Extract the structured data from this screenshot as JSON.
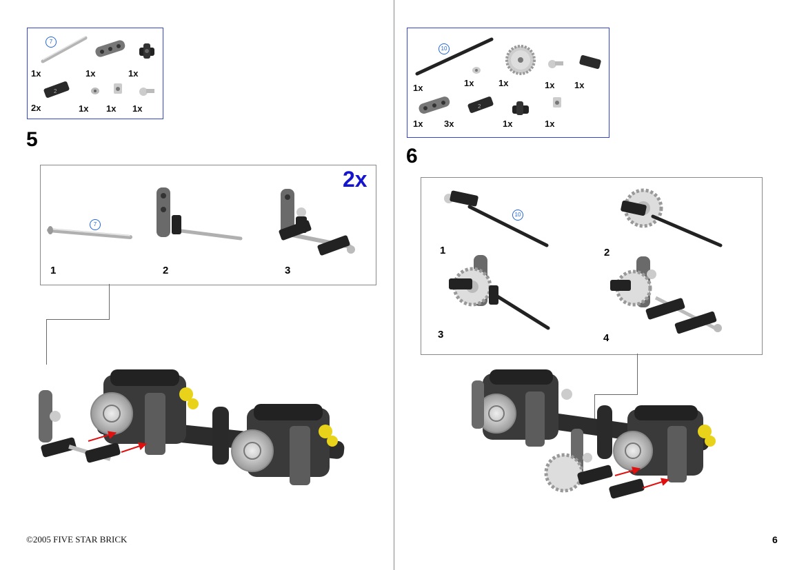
{
  "colors": {
    "accent_blue": "#1515d0",
    "box_border": "#3344cc",
    "arrow_red": "#e01010"
  },
  "left": {
    "parts": {
      "axle_badge": "7",
      "row1": [
        "1x",
        "1x",
        "1x"
      ],
      "row2": [
        "2x",
        "1x",
        "1x",
        "1x"
      ]
    },
    "step": {
      "number": "5",
      "multiplier": "2x",
      "axle_badge": "7",
      "substeps": [
        "1",
        "2",
        "3"
      ]
    }
  },
  "right": {
    "parts": {
      "axle_badge": "10",
      "row1": [
        "1x",
        "1x",
        "1x",
        "1x",
        "1x"
      ],
      "row2": [
        "1x",
        "3x",
        "1x",
        "1x"
      ]
    },
    "step": {
      "number": "6",
      "axle_badge": "10",
      "substeps": [
        "1",
        "2",
        "3",
        "4"
      ]
    }
  },
  "footer": {
    "copyright": "©2005 FIVE STAR BRICK",
    "page_number": "6"
  },
  "icons": [
    "axle",
    "liftarm",
    "cross-connector",
    "bush",
    "ball-joint",
    "gear",
    "assembly-arrow"
  ]
}
